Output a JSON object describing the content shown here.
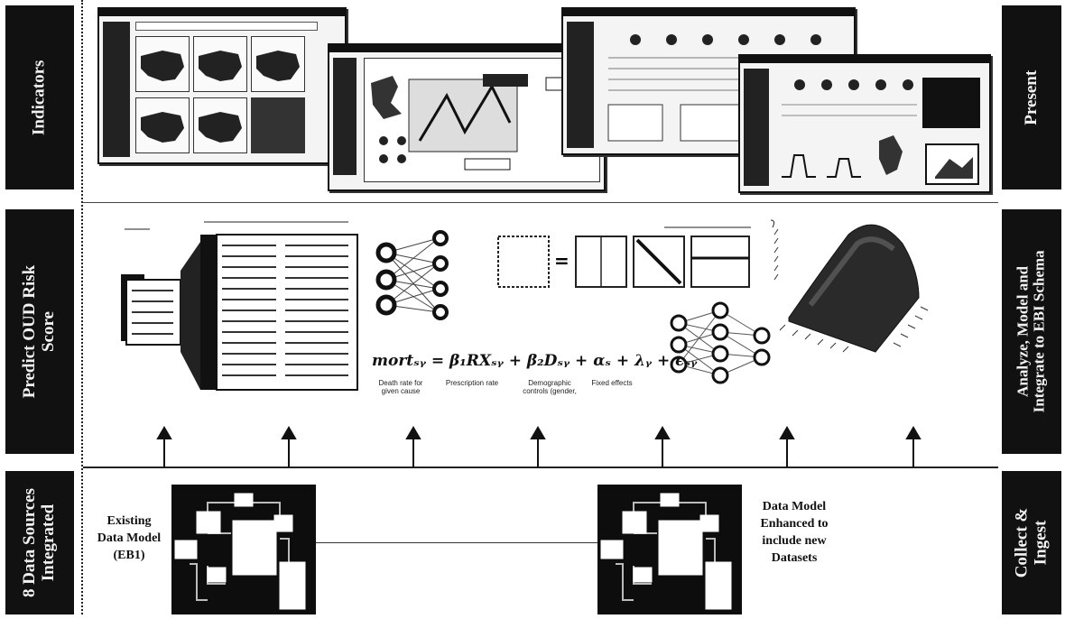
{
  "left_labels": {
    "indicators": "Indicators",
    "predict": "Predict OUD Risk\nScore",
    "sources": "8 Data Sources\nIntegrated"
  },
  "right_labels": {
    "present": "Present",
    "analyze": "Analyze, Model and\nIntegrate to EBI Schema",
    "collect": "Collect &\nIngest"
  },
  "formula": {
    "text": "mortₛᵧ = β₁RXₛᵧ + β₂Dₛᵧ + αₛ + λᵧ + ϵₛᵧ",
    "labels": [
      "Death rate for given cause",
      "Prescription rate",
      "Demographic controls (gender,",
      "Fixed effects"
    ]
  },
  "data_models": {
    "existing": "Existing\nData Model\n(EB1)",
    "enhanced": "Data Model\nEnhanced to\ninclude new\nDatasets"
  },
  "icons": [
    "dashboard-screenshot",
    "feature-library-icon",
    "neural-network-icon",
    "confusion-matrix-icon",
    "3d-surface-icon",
    "data-model-icon",
    "up-arrow-icon"
  ]
}
